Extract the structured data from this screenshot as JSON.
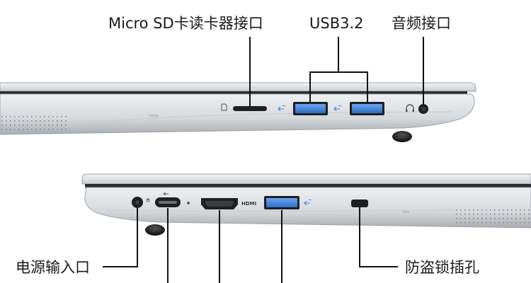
{
  "labels": {
    "card_reader": "Micro SD卡读卡器接口",
    "usb": "USB3.2",
    "audio": "音频接口",
    "power": "电源输入口",
    "lock": "防盗锁插孔"
  },
  "port_marks": {
    "hdmi": "HDMI"
  },
  "colors": {
    "usb_blue": "#3a7bd5",
    "chassis": "#d9dcdf",
    "lead_line": "#111111"
  },
  "icons": [
    "sd-card-icon",
    "usb-ss-icon",
    "headphone-icon",
    "power-symbol-icon"
  ]
}
